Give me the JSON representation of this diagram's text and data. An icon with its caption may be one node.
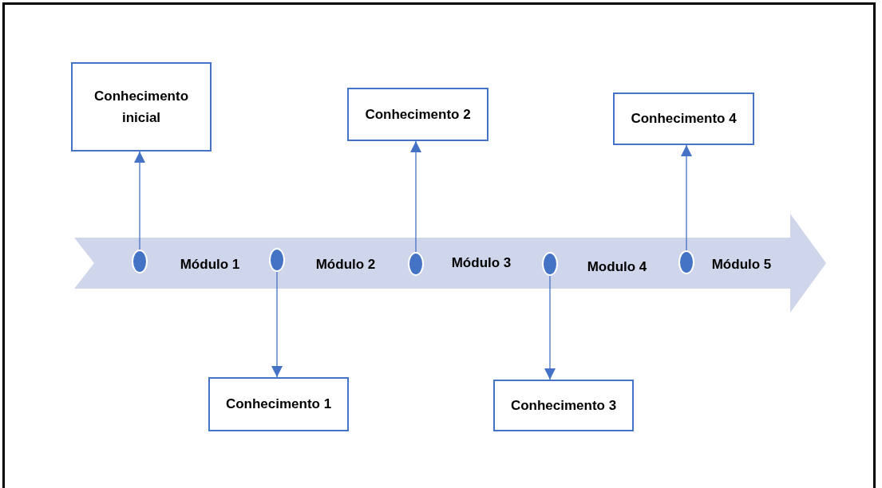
{
  "diagram": {
    "nodes": [
      {
        "text": [
          "Módulo 1",
          "Módulo 2",
          "Módulo 3",
          "Modulo 4",
          "Módulo 5"
        ]
      },
      {
        "text": [],
        "shape": "circle",
        "in": 0
      },
      {
        "text": [],
        "shape": "circle",
        "in": 0
      },
      {
        "text": [],
        "shape": "circle",
        "in": 0
      },
      {
        "text": [],
        "shape": "circle",
        "in": 0
      },
      {
        "text": [],
        "shape": "circle",
        "in": 0
      },
      {
        "text": [
          "Conhecimento inicial"
        ]
      },
      {
        "text": [
          "Conhecimento 1"
        ]
      },
      {
        "text": [
          "Conhecimento 2"
        ]
      },
      {
        "text": [
          "Conhecimento 3"
        ]
      },
      {
        "text": [
          "Conhecimento 4"
        ]
      }
    ],
    "edges": [
      {
        "from": 1,
        "to": 6,
        "arrow": "to"
      },
      {
        "from": 2,
        "to": 7,
        "arrow": "to"
      },
      {
        "from": 3,
        "to": 8,
        "arrow": "to"
      },
      {
        "from": 4,
        "to": 9,
        "arrow": "to"
      },
      {
        "from": 5,
        "to": 10,
        "arrow": "to"
      }
    ]
  }
}
